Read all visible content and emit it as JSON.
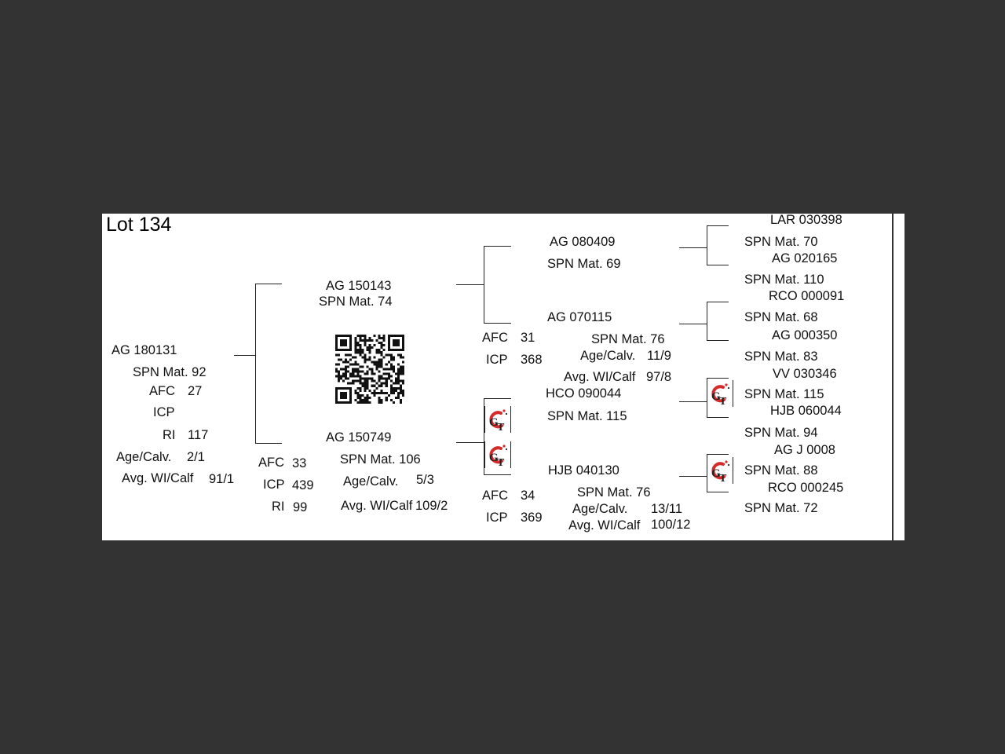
{
  "lot_title": "Lot 134",
  "subject": {
    "id": "AG  180131",
    "spn": "SPN Mat. 92",
    "afc_label": "AFC",
    "afc_value": "27",
    "icp_label": "ICP",
    "ri_label": "RI",
    "ri_value": "117",
    "age_label": "Age/Calv.",
    "age_value": "2/1",
    "wi_label": "Avg. WI/Calf",
    "wi_value": "91/1"
  },
  "sire": {
    "id": "AG  150143",
    "spn": "SPN Mat. 74"
  },
  "dam": {
    "id": "AG  150749",
    "spn": "SPN Mat. 106",
    "afc_label": "AFC",
    "afc_value": "33",
    "icp_label": "ICP",
    "icp_value": "439",
    "ri_label": "RI",
    "ri_value": "99",
    "age_label": "Age/Calv.",
    "age_value": "5/3",
    "wi_label": "Avg. WI/Calf",
    "wi_value": "109/2"
  },
  "sire_sire": {
    "id": "AG  080409",
    "spn": "SPN Mat. 69"
  },
  "sire_dam": {
    "afc_label": "AFC",
    "afc_value": "31",
    "icp_label": "ICP",
    "icp_value": "368",
    "id": "AG  070115",
    "spn": "SPN Mat. 76",
    "age_label": "Age/Calv.",
    "age_value": "11/9",
    "wi_label": "Avg. WI/Calf",
    "wi_value": "97/8"
  },
  "dam_sire": {
    "id": "HCO 090044",
    "spn": "SPN Mat. 115"
  },
  "dam_dam": {
    "id": "HJB 040130",
    "afc_label": "AFC",
    "afc_value": "34",
    "icp_label": "ICP",
    "icp_value": "369",
    "spn": "SPN Mat. 76",
    "age_label": "Age/Calv.",
    "age_value": "13/11",
    "wi_label": "Avg. WI/Calf",
    "wi_value": "100/12"
  },
  "gen3": [
    {
      "id": "LAR 030398",
      "spn": "SPN Mat. 70"
    },
    {
      "id": "AG  020165",
      "spn": "SPN Mat. 110"
    },
    {
      "id": "RCO 000091",
      "spn": "SPN Mat. 68"
    },
    {
      "id": "AG  000350",
      "spn": "SPN Mat. 83"
    },
    {
      "id": "VV  030346",
      "spn": "SPN Mat. 115"
    },
    {
      "id": "HJB 060044",
      "spn": "SPN Mat. 94"
    },
    {
      "id": "AG  J 0008",
      "spn": "SPN Mat. 88"
    },
    {
      "id": "RCO 000245",
      "spn": "SPN Mat. 72"
    }
  ],
  "icons": {
    "qr": "qr-code-icon",
    "logo": "gt-logo-icon"
  },
  "colors": {
    "background": "#333333",
    "sheet": "#ffffff",
    "logo_red": "#d42b2b",
    "logo_dark": "#222222"
  }
}
